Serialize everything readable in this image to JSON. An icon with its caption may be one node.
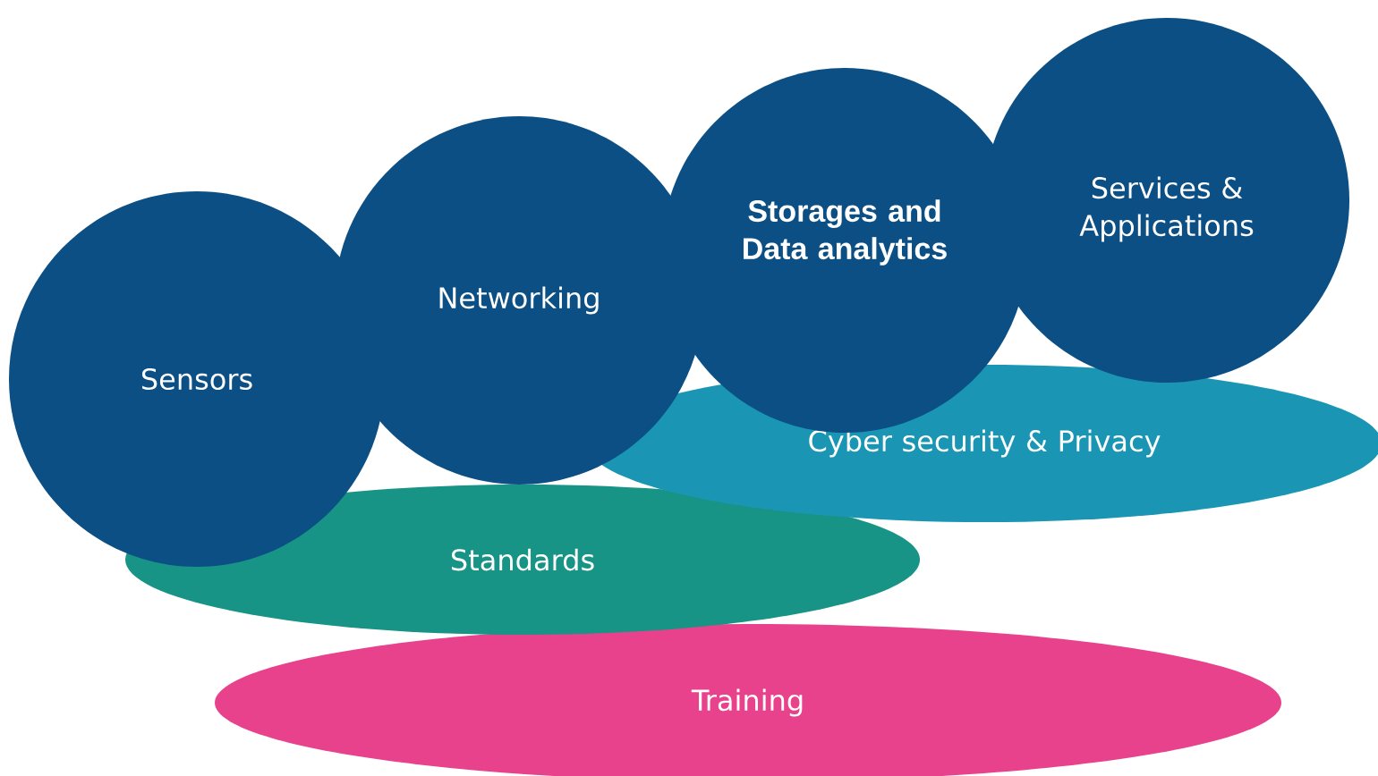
{
  "diagram": {
    "nodes": [
      {
        "text": [
          "Sensors"
        ]
      },
      {
        "text": [
          "Networking"
        ]
      },
      {
        "text": [
          "Storages and Data analytics"
        ]
      },
      {
        "text": [
          "Services & Applications"
        ]
      },
      {
        "text": [
          "Cyber security & Privacy"
        ]
      },
      {
        "text": [
          "Standards"
        ]
      },
      {
        "text": [
          "Training"
        ]
      }
    ]
  }
}
